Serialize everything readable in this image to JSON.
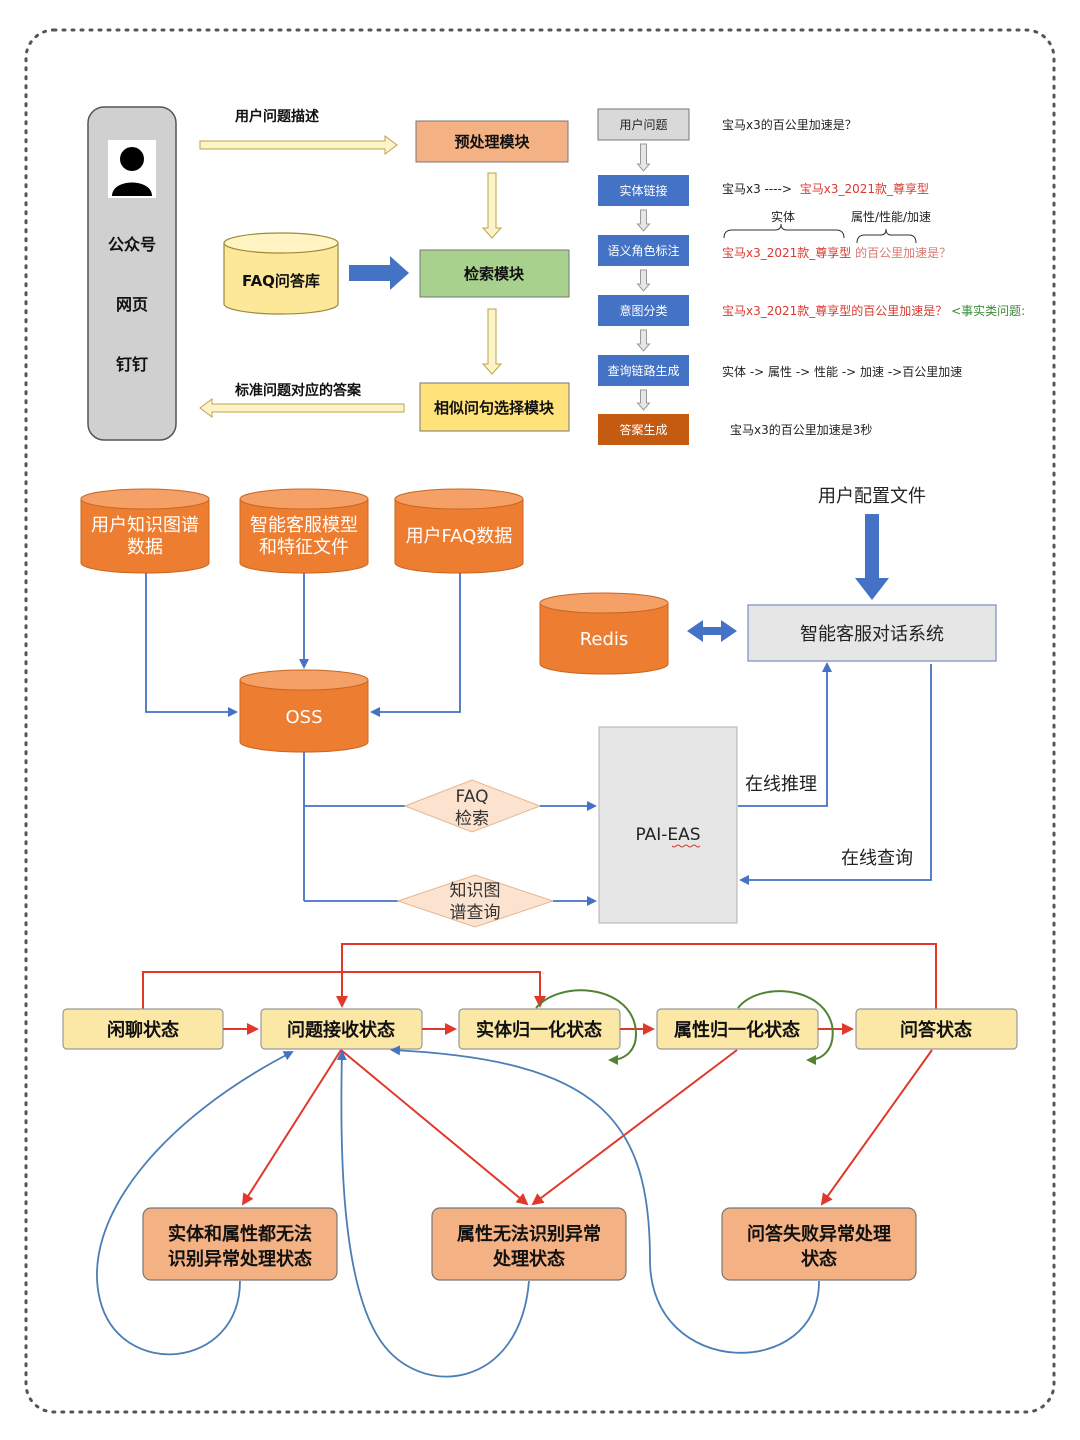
{
  "section1": {
    "channels": [
      "公众号",
      "网页",
      "钉钉"
    ],
    "arrow_labels": {
      "user_question": "用户问题描述",
      "standard_answer": "标准问题对应的答案"
    },
    "faq_db": "FAQ问答库",
    "modules": {
      "preprocess": "预处理模块",
      "search": "检索模块",
      "similar": "相似问句选择模块"
    },
    "pipeline": [
      {
        "label": "用户问题",
        "color": "#d9d9d9",
        "text_color": "#222222"
      },
      {
        "label": "实体链接",
        "color": "#4472c4",
        "text_color": "#ffffff"
      },
      {
        "label": "语义角色标注",
        "color": "#4472c4",
        "text_color": "#ffffff"
      },
      {
        "label": "意图分类",
        "color": "#4472c4",
        "text_color": "#ffffff"
      },
      {
        "label": "查询链路生成",
        "color": "#4472c4",
        "text_color": "#ffffff"
      },
      {
        "label": "答案生成",
        "color": "#c55a11",
        "text_color": "#ffffff"
      }
    ],
    "examples": {
      "question": "宝马x3的百公里加速是？",
      "entity_link_from": "宝马x3 ---->",
      "entity_link_to": "宝马x3_2021款_尊享型",
      "tag_entity": "实体",
      "tag_attr": "属性/性能/加速",
      "srl_red": "宝马x3_2021款_尊享型",
      "srl_rest": "的百公里加速是？",
      "intent_red": "宝马x3_2021款_尊享型的百公里加速是？",
      "intent_green": "<事实类问题:",
      "path": "实体 -> 属性 -> 性能 -> 加速 ->百公里加速",
      "answer": "宝马x3的百公里加速是3秒"
    }
  },
  "section2": {
    "cylinders": [
      "用户知识图谱",
      "数据",
      "智能客服模型",
      "和特征文件",
      "用户FAQ数据"
    ],
    "oss": "OSS",
    "redis": "Redis",
    "config_file": "用户配置文件",
    "dialog_system": "智能客服对话系统",
    "pai_eas": "PAI-EAS",
    "faq_search": [
      "FAQ",
      "检索"
    ],
    "kg_query": [
      "知识图",
      "谱查询"
    ],
    "online_inference": "在线推理",
    "online_query": "在线查询"
  },
  "section3": {
    "states": [
      "闲聊状态",
      "问题接收状态",
      "实体归一化状态",
      "属性归一化状态",
      "问答状态"
    ],
    "exceptions": [
      [
        "实体和属性都无法",
        "识别异常处理状态"
      ],
      [
        "属性无法识别异常",
        "处理状态"
      ],
      [
        "问答失败异常处理",
        "状态"
      ]
    ]
  },
  "colors": {
    "orange": "#ed7d31",
    "blue": "#4472c4",
    "red": "#e0392b",
    "green": "#548235",
    "state_fill": "#fbe8a6",
    "exception_fill": "#f4b183"
  }
}
